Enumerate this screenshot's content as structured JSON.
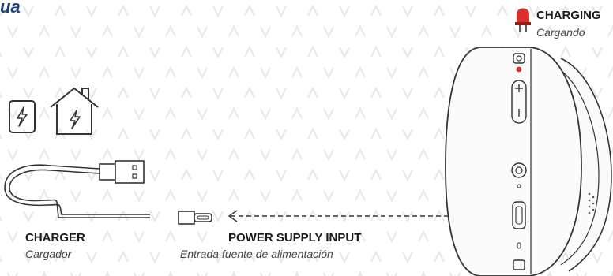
{
  "brand_text": "ua",
  "charging": {
    "label": "CHARGING",
    "sublabel": "Cargando",
    "led_color": "#d8302a"
  },
  "charger": {
    "label": "CHARGER",
    "sublabel": "Cargador"
  },
  "power_input": {
    "label": "POWER SUPPLY INPUT",
    "sublabel": "Entrada fuente de alimentación"
  },
  "icons": [
    "battery-icon",
    "house-charging-icon",
    "usb-cable-icon",
    "speaker-device-icon"
  ],
  "colors": {
    "text": "#1a1a1a",
    "brand": "#1d3f73",
    "line": "#555555",
    "watermark": "#e9e9e9"
  }
}
